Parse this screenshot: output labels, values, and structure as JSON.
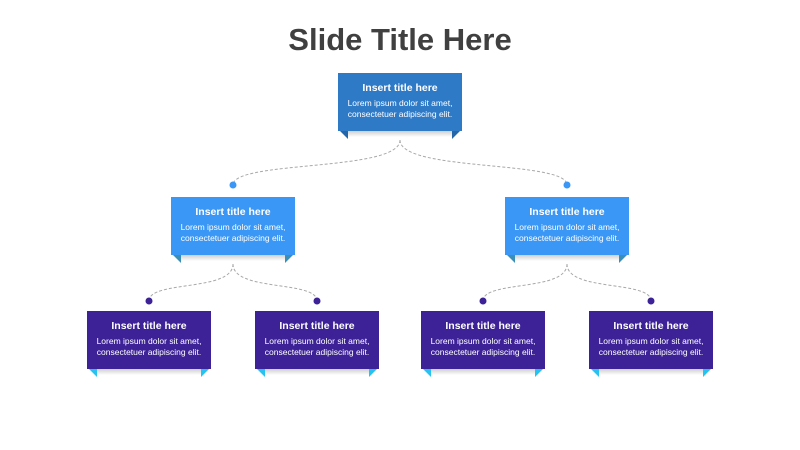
{
  "slide": {
    "title": "Slide Title Here"
  },
  "colors": {
    "top": "#2f7ac7",
    "middle": "#3a97f5",
    "bottom": "#3c2296",
    "bottom_tab": "#27c3f0",
    "connector": "#a8a8a8",
    "dot_middle": "#3a97f5",
    "dot_bottom": "#3c2296"
  },
  "nodes": {
    "top": {
      "title": "Insert title here",
      "text": "Lorem ipsum dolor sit amet, consectetuer adipiscing elit."
    },
    "mid_left": {
      "title": "Insert title here",
      "text": "Lorem ipsum dolor sit amet, consectetuer adipiscing elit."
    },
    "mid_right": {
      "title": "Insert title here",
      "text": "Lorem ipsum dolor sit amet, consectetuer adipiscing elit."
    },
    "bot_1": {
      "title": "Insert title here",
      "text": "Lorem ipsum dolor sit amet, consectetuer adipiscing elit."
    },
    "bot_2": {
      "title": "Insert title here",
      "text": "Lorem ipsum dolor sit amet, consectetuer adipiscing elit."
    },
    "bot_3": {
      "title": "Insert title here",
      "text": "Lorem ipsum dolor sit amet, consectetuer adipiscing elit."
    },
    "bot_4": {
      "title": "Insert title here",
      "text": "Lorem ipsum dolor sit amet, consectetuer adipiscing elit."
    }
  }
}
